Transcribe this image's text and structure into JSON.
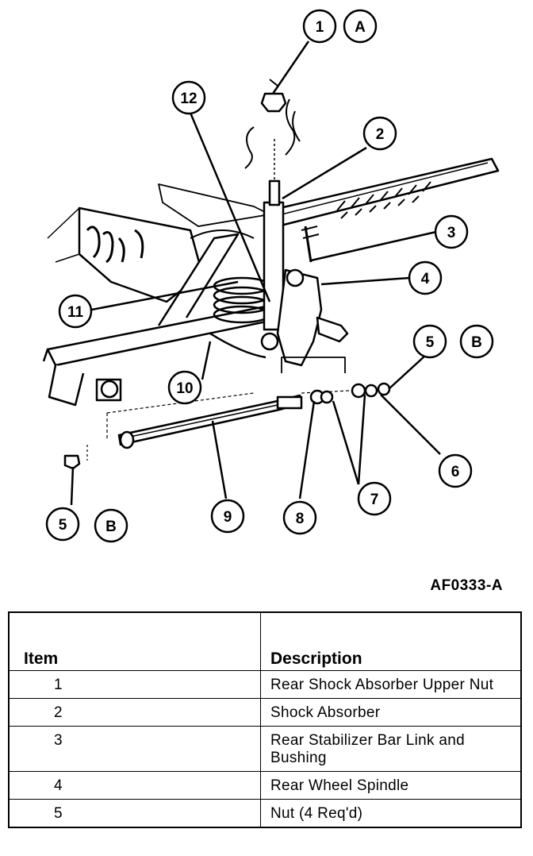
{
  "callouts": {
    "c1": "1",
    "cA": "A",
    "c2": "2",
    "c3": "3",
    "c4": "4",
    "c5b": "5",
    "cB": "B",
    "c6": "6",
    "c7": "7",
    "c8": "8",
    "c9": "9",
    "c10": "10",
    "c11": "11",
    "c12": "12",
    "c5l": "5",
    "cBl": "B"
  },
  "figure_id": "AF0333-A",
  "table": {
    "headers": {
      "item": "Item",
      "description": "Description"
    },
    "rows": [
      {
        "item": "1",
        "description": "Rear Shock Absorber Upper Nut"
      },
      {
        "item": "2",
        "description": "Shock Absorber"
      },
      {
        "item": "3",
        "description": "Rear Stabilizer Bar Link and Bushing"
      },
      {
        "item": "4",
        "description": "Rear Wheel Spindle"
      },
      {
        "item": "5",
        "description": "Nut (4 Req'd)"
      }
    ]
  }
}
